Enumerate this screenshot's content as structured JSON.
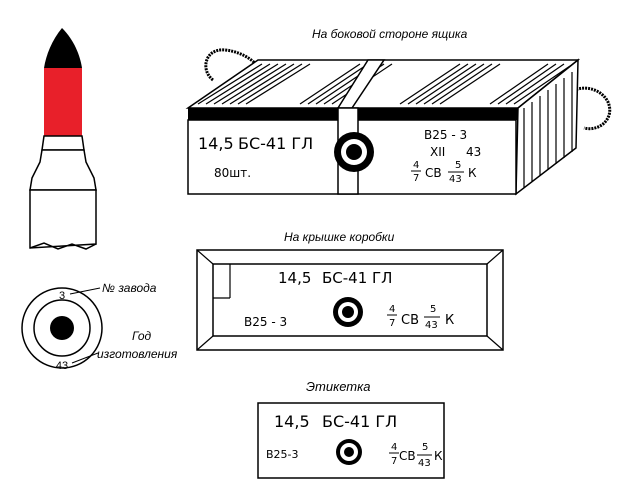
{
  "captions": {
    "side": "На боковой стороне ящика",
    "lid": "На крышке коробки",
    "label": "Этикетка",
    "plant_no": "№ завода",
    "year_line1": "Год",
    "year_line2": "изготовления"
  },
  "base": {
    "plant_number": "3",
    "year_number": "43"
  },
  "box_side": {
    "caliber": "14,5",
    "bullet": "БС-41 ГЛ",
    "quantity": "80шт.",
    "powder": "В25 - 3",
    "lot": "XII",
    "lot_year": "43",
    "charge_num": "4",
    "charge_den": "7",
    "charge_mark": "СВ",
    "charge_sup": "5",
    "charge_sub": "43",
    "charge_k": "К"
  },
  "lid": {
    "caliber": "14,5",
    "bullet": "БС-41 ГЛ",
    "powder": "В25 - 3",
    "charge_num": "4",
    "charge_den": "7",
    "charge_mark": "СВ",
    "charge_sup": "5",
    "charge_sub": "43",
    "charge_k": "К"
  },
  "label": {
    "caliber": "14,5",
    "bullet": "БС-41 ГЛ",
    "powder": "В25-3",
    "charge_num": "4",
    "charge_den": "7",
    "charge_mark": "СВ",
    "charge_sup": "5",
    "charge_sub": "43",
    "charge_k": "К"
  },
  "colors": {
    "tip": "#000000",
    "band": "#e8202a",
    "ink": "#000000"
  }
}
